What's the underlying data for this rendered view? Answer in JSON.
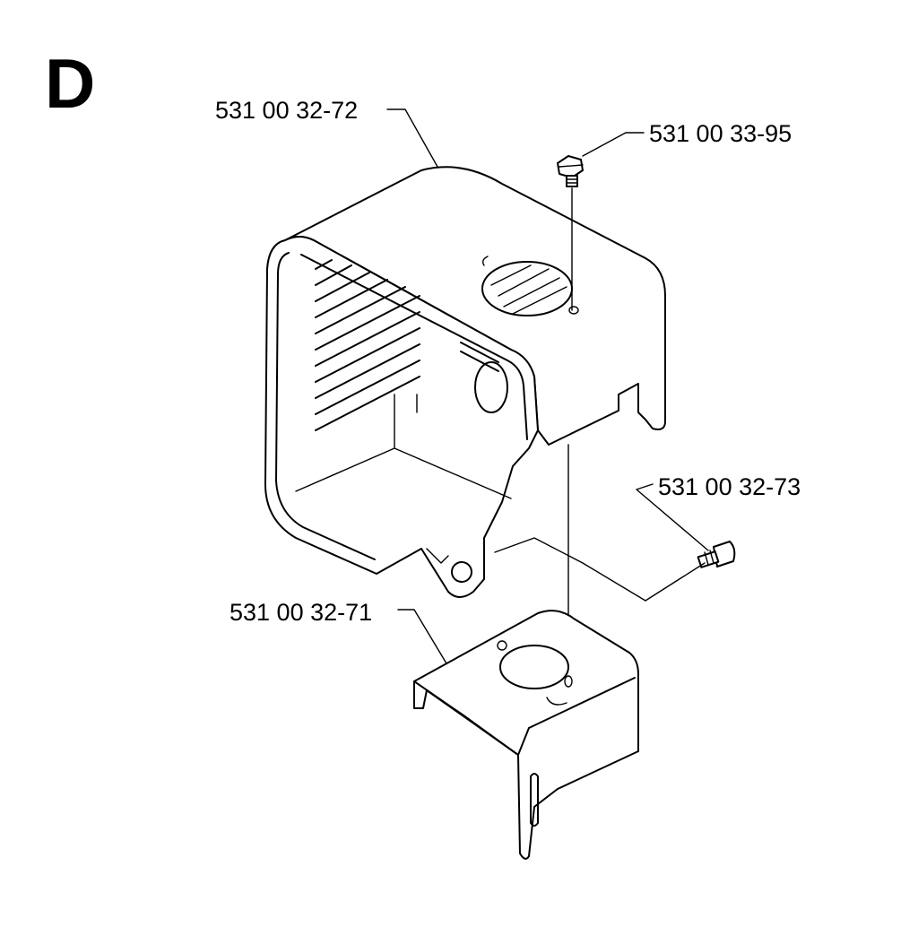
{
  "section_letter": "D",
  "parts": {
    "cover": "531 00 32-72",
    "cover_bolt": "531 00 33-95",
    "side_screw": "531 00 32-73",
    "bracket": "531 00 32-71"
  }
}
